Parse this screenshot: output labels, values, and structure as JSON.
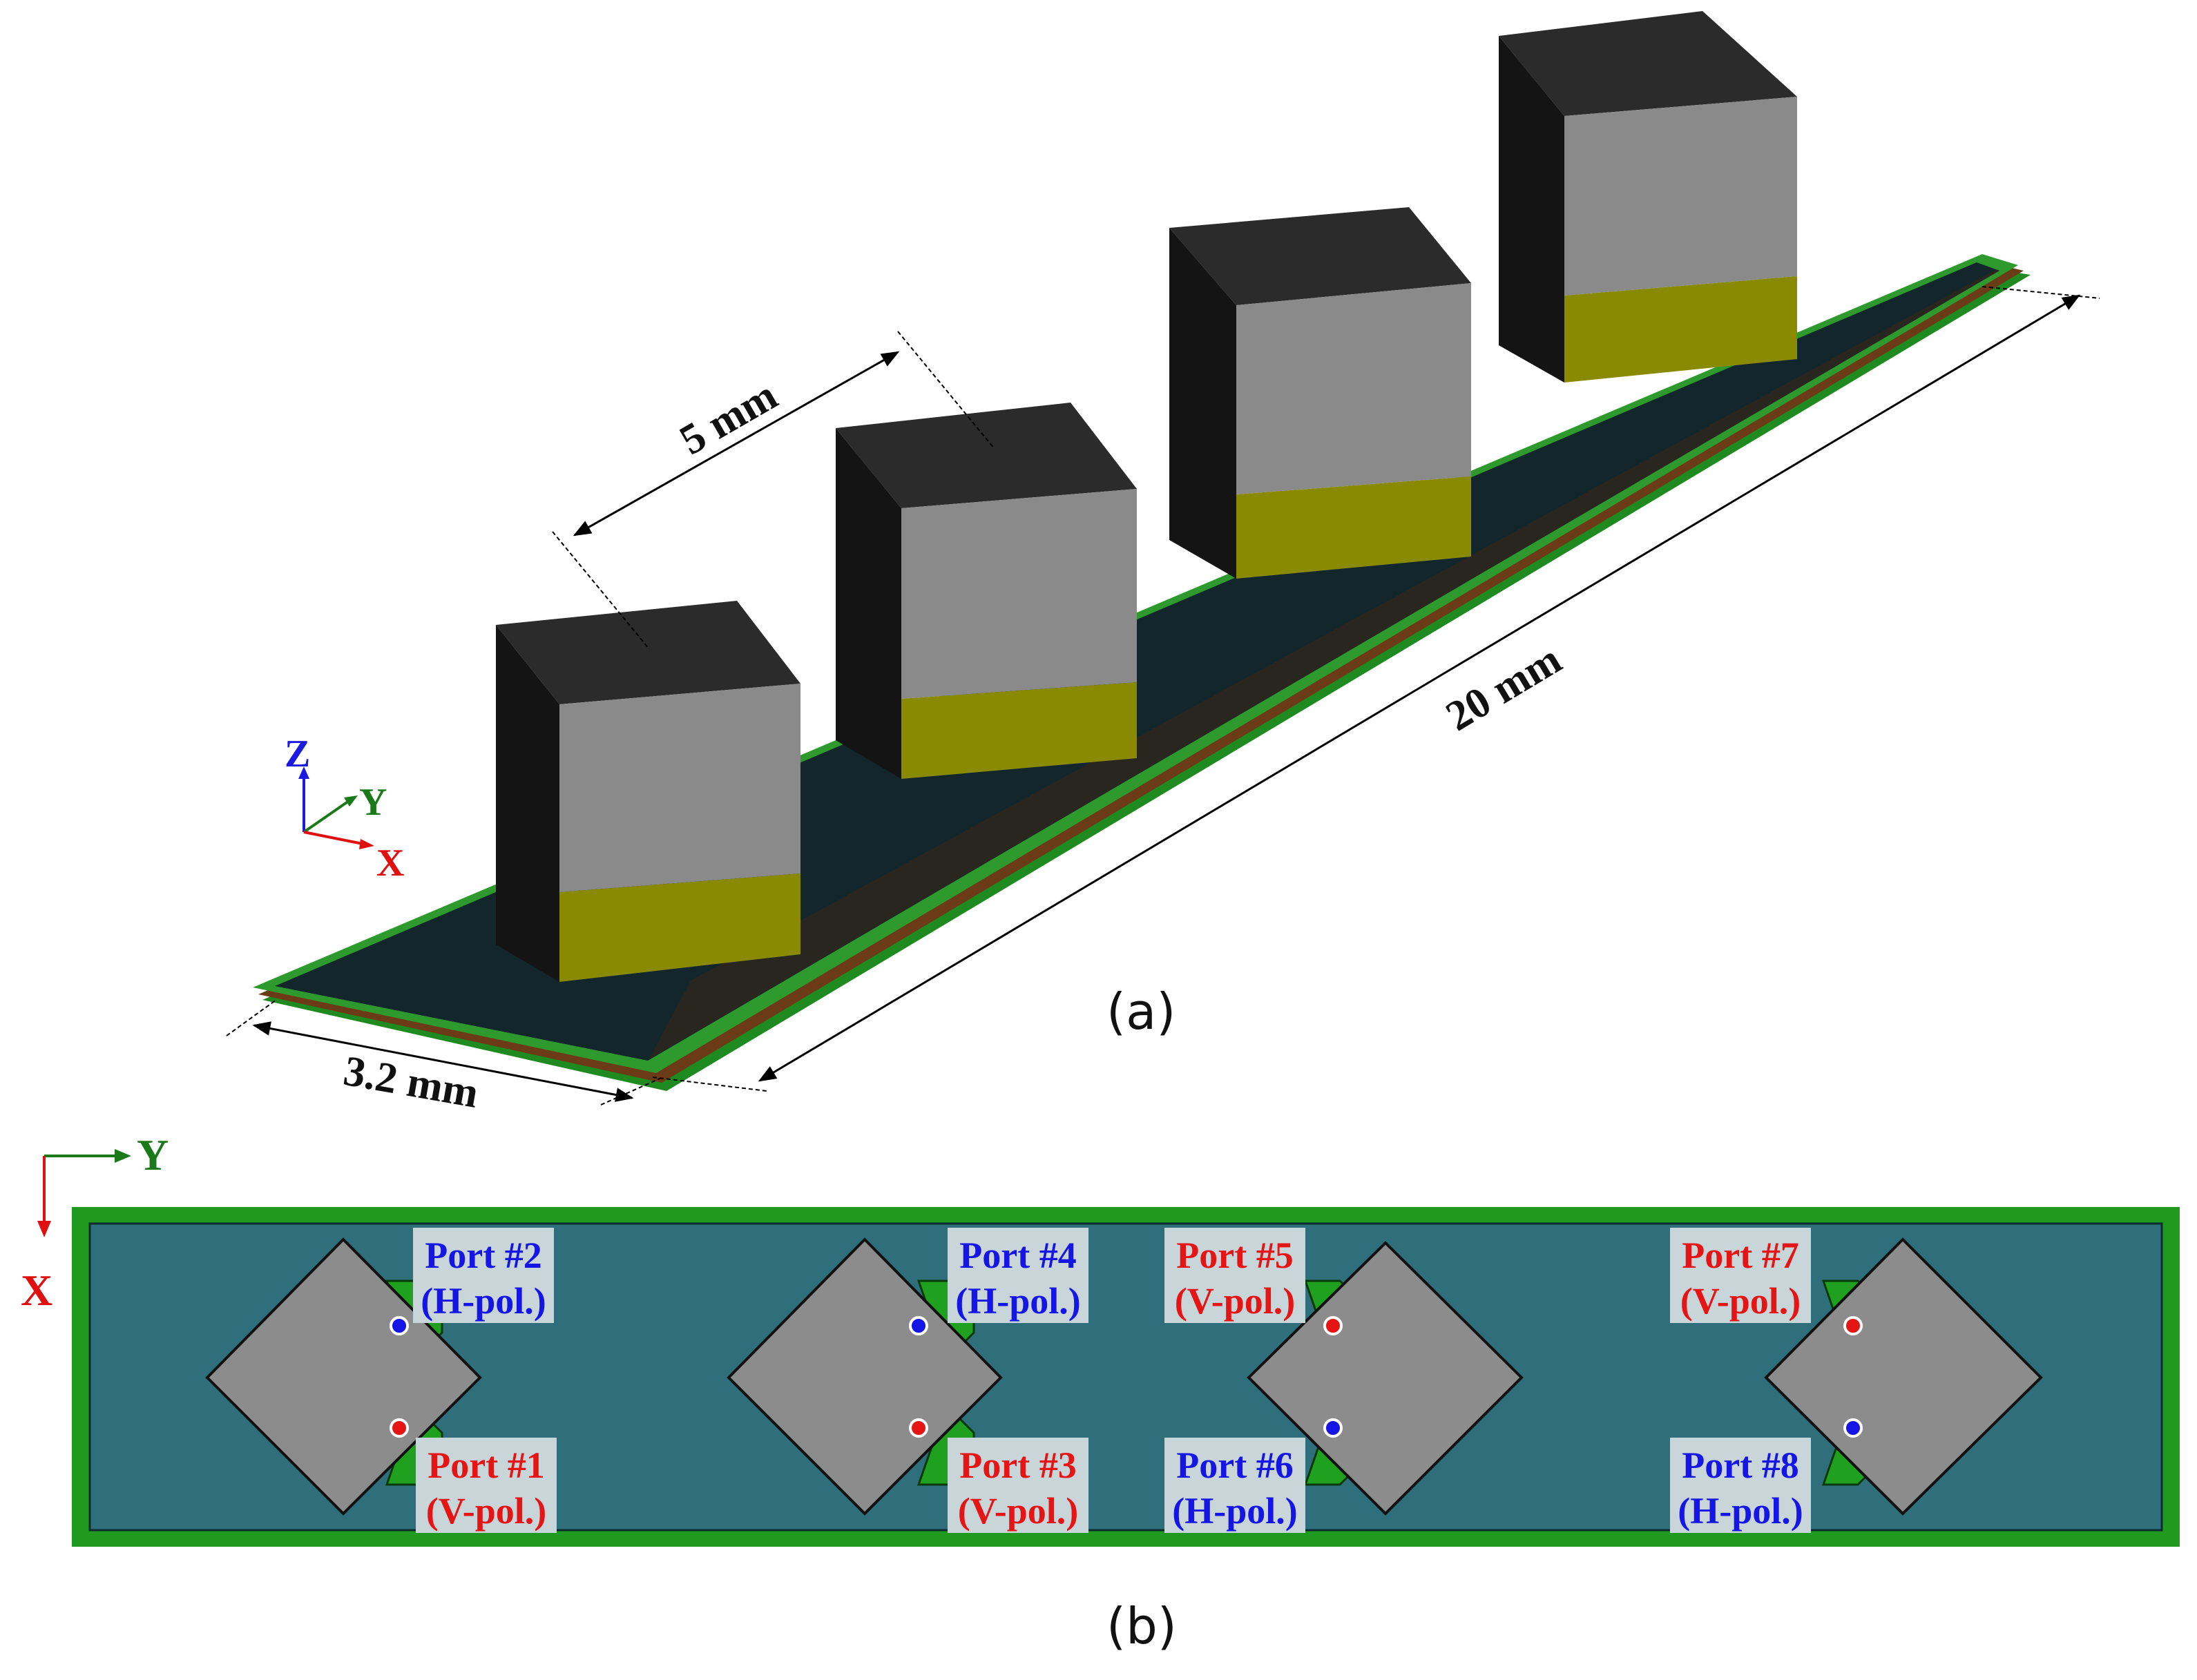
{
  "figure": {
    "panel_a": {
      "caption": "(a)",
      "dimensions": {
        "pitch": "5 mm",
        "length": "20 mm",
        "width": "3.2 mm"
      },
      "axes": {
        "z": "Z",
        "y": "Y",
        "x": "X"
      }
    },
    "panel_b": {
      "caption": "(b)",
      "axes": {
        "y": "Y",
        "x": "X"
      },
      "ports": [
        {
          "name": "Port #2",
          "pol": "(H-pol.)",
          "color": "#1515e6"
        },
        {
          "name": "Port #1",
          "pol": "(V-pol.)",
          "color": "#e61515"
        },
        {
          "name": "Port #4",
          "pol": "(H-pol.)",
          "color": "#1515e6"
        },
        {
          "name": "Port #3",
          "pol": "(V-pol.)",
          "color": "#e61515"
        },
        {
          "name": "Port #5",
          "pol": "(V-pol.)",
          "color": "#e61515"
        },
        {
          "name": "Port #6",
          "pol": "(H-pol.)",
          "color": "#1515e6"
        },
        {
          "name": "Port #7",
          "pol": "(V-pol.)",
          "color": "#e61515"
        },
        {
          "name": "Port #8",
          "pol": "(H-pol.)",
          "color": "#1515e6"
        }
      ]
    },
    "colors": {
      "pcb_green": "#1f9a1f",
      "substrate_teal": "#2f6f7c",
      "board_dark": "#13262b",
      "cube_top": "#2b2b2b",
      "cube_side_dark": "#141414",
      "cube_front_gray": "#8a8a8a",
      "gold_layer": "#8a8a00",
      "v_pol_red": "#e61515",
      "h_pol_blue": "#1515e6",
      "axis_red": "#e01010",
      "axis_green": "#1a7a1a",
      "axis_blue": "#1a1ae0"
    }
  }
}
